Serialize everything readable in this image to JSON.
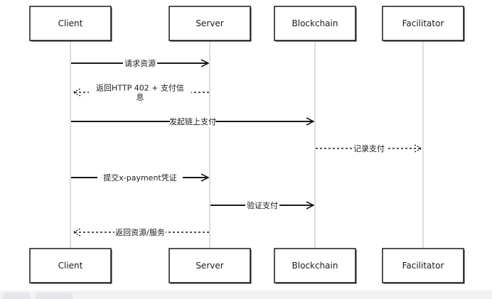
{
  "actors": [
    "Client",
    "Server",
    "Blockchain",
    "Facilitator"
  ],
  "messages": [
    {
      "lines": [
        "请求资源"
      ],
      "from": 0,
      "to": 1,
      "style": "solid"
    },
    {
      "lines": [
        "返回HTTP 402 + 支付信",
        "息"
      ],
      "from": 1,
      "to": 0,
      "style": "dashed"
    },
    {
      "lines": [
        "发起链上支付"
      ],
      "from": 0,
      "to": 2,
      "style": "solid"
    },
    {
      "lines": [
        "记录支付"
      ],
      "from": 2,
      "to": 3,
      "style": "dashed"
    },
    {
      "lines": [
        "提交x-payment凭证"
      ],
      "from": 0,
      "to": 1,
      "style": "solid"
    },
    {
      "lines": [
        "验证支付"
      ],
      "from": 1,
      "to": 2,
      "style": "solid"
    },
    {
      "lines": [
        "返回资源/服务"
      ],
      "from": 1,
      "to": 0,
      "style": "dashed"
    }
  ],
  "colors": {
    "ink": "#1a1a1a",
    "lifeline": "#b9b9b9",
    "background": "#ffffff"
  }
}
